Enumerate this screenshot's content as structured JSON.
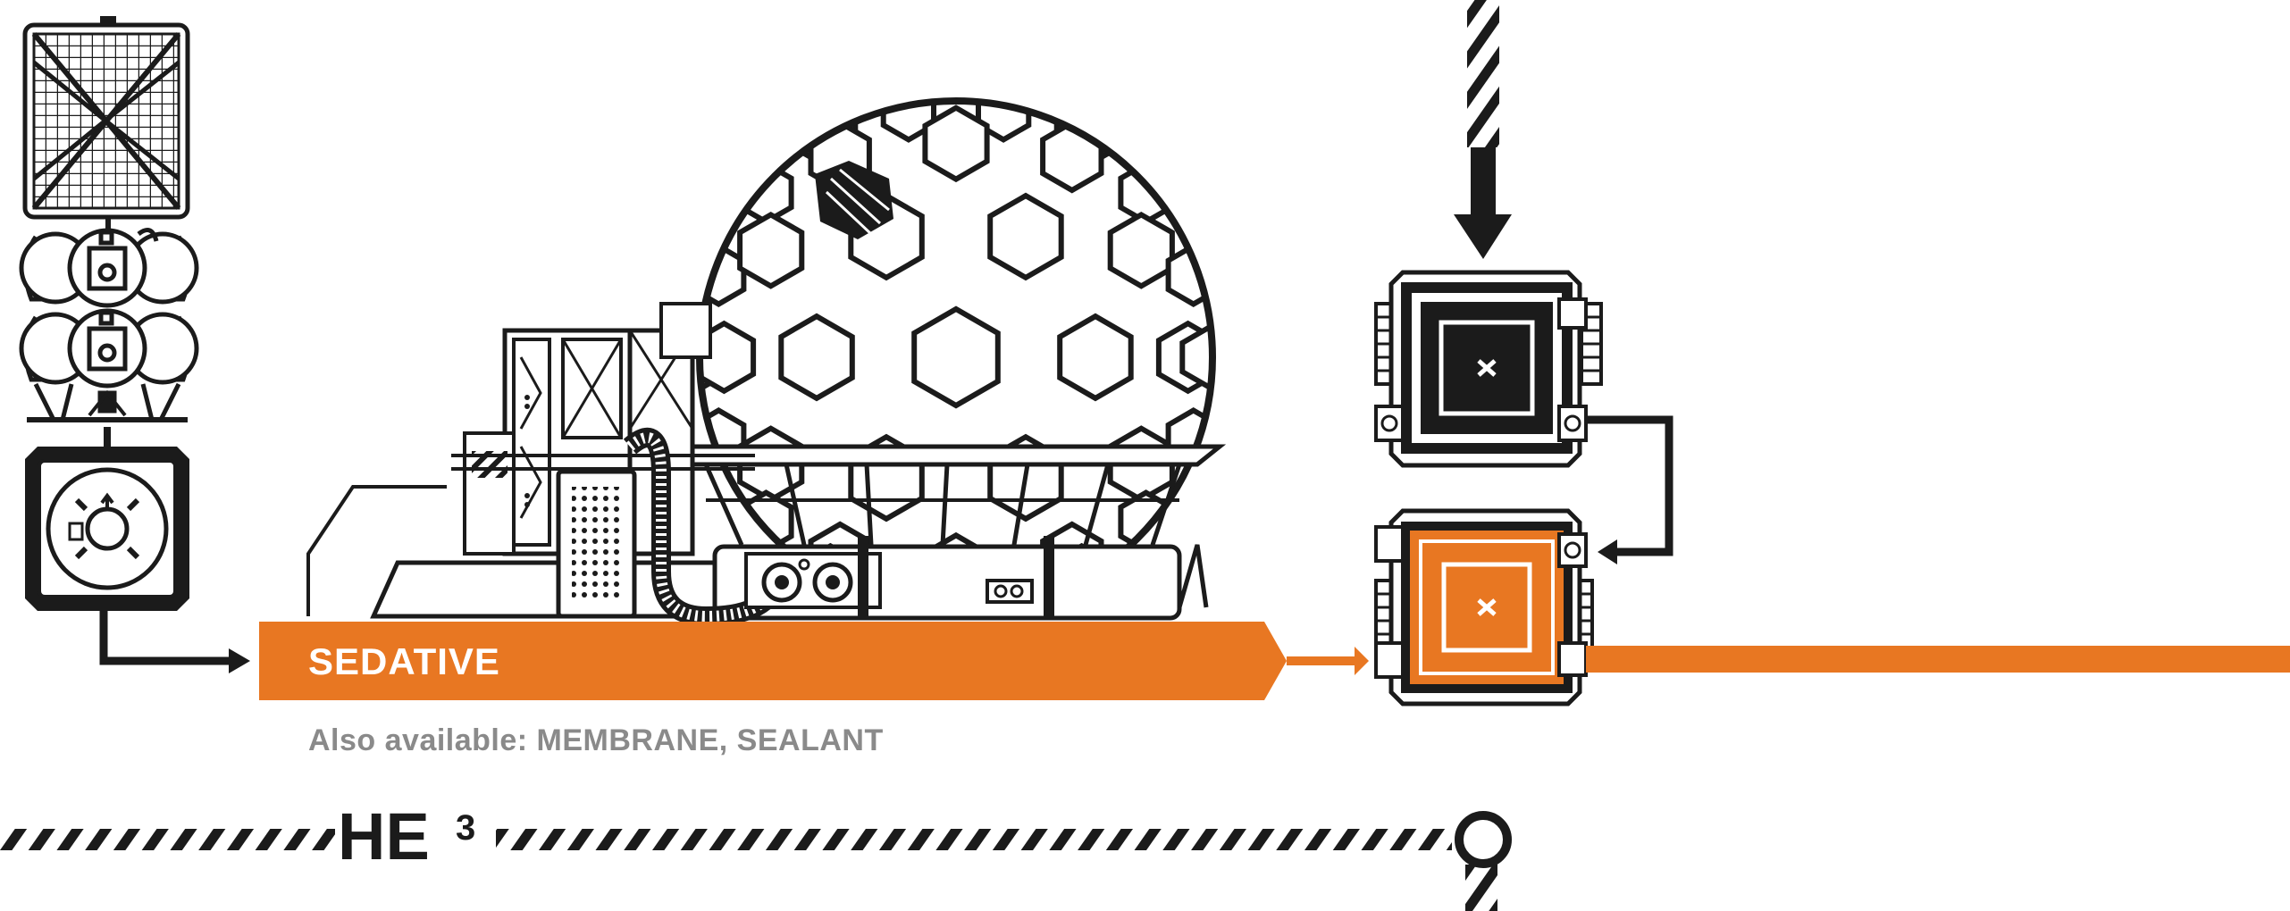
{
  "colors": {
    "accent": "#E87722",
    "ink": "#1b1b1b",
    "muted": "#8a8a8a",
    "background": "#ffffff"
  },
  "product_label": "SEDATIVE",
  "also_available": "Also available: MEMBRANE, SEALANT",
  "resource": {
    "base": "HE",
    "superscript": "3"
  },
  "icons": [
    "solar-panel-icon",
    "reel-cluster-icon",
    "valve-module-icon",
    "geodesic-dome-icon",
    "pipe-connector-icon",
    "processor-node-icon"
  ]
}
